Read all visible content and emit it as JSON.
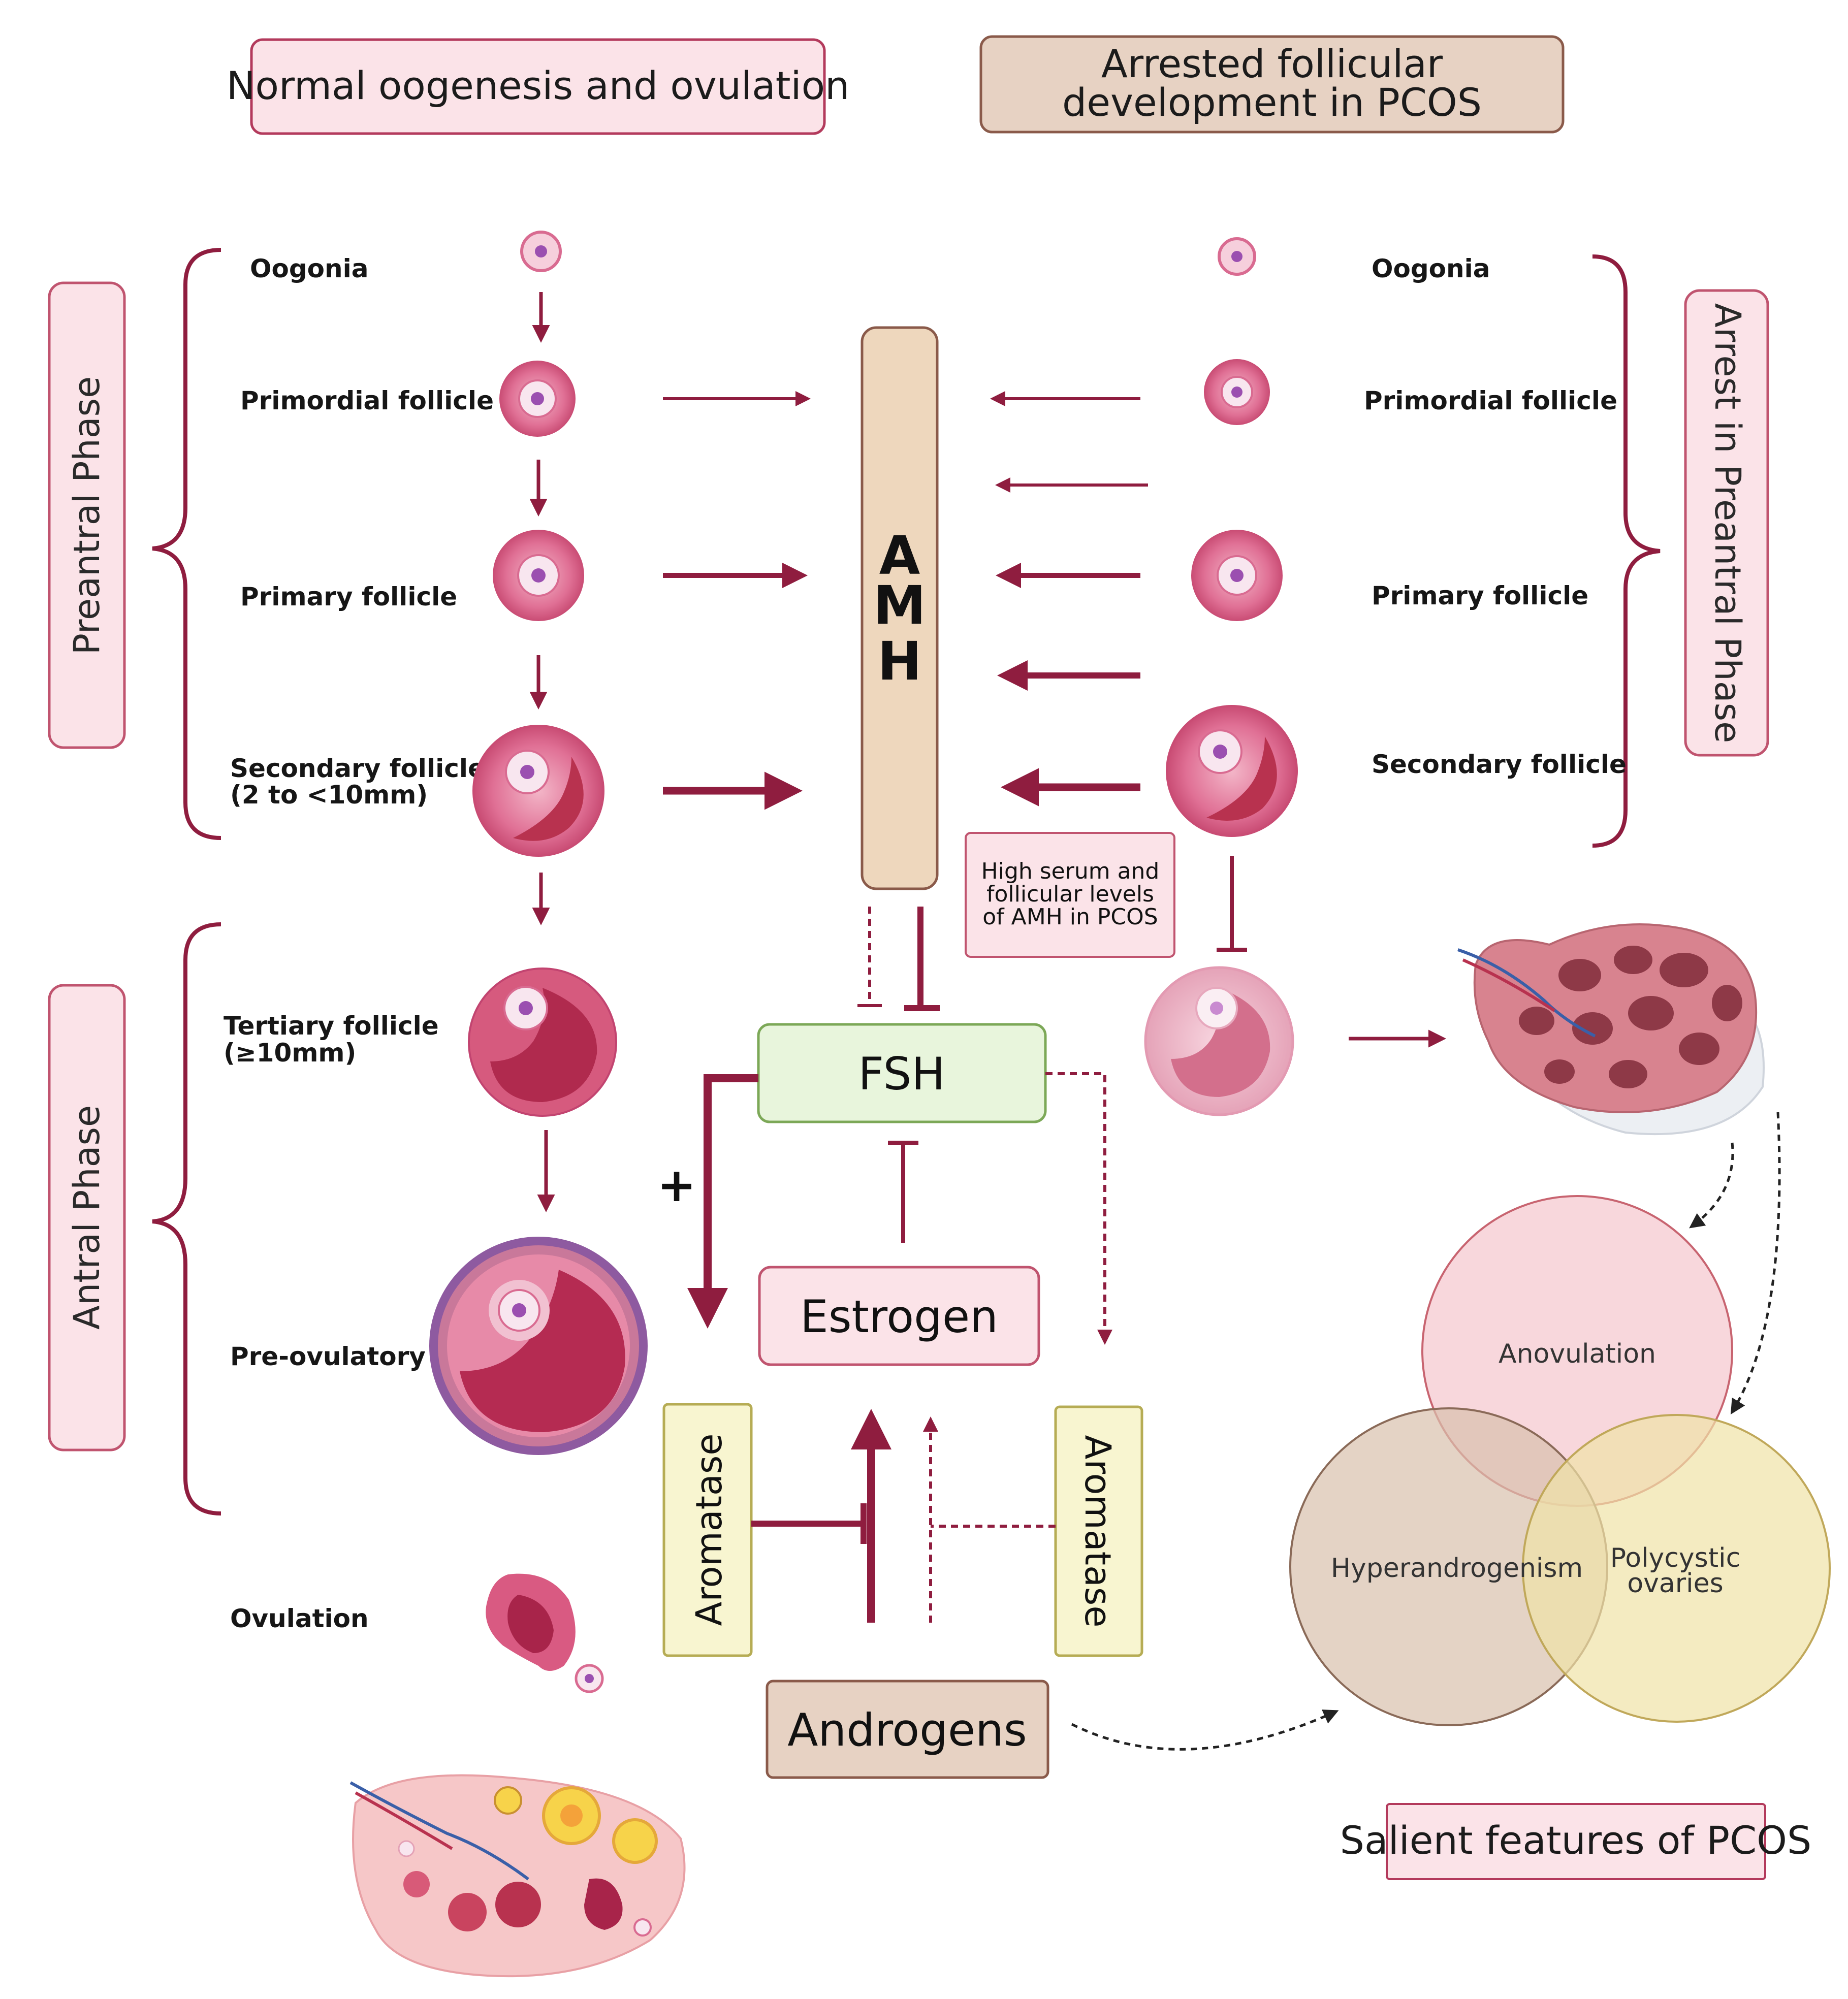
{
  "headers": {
    "normal": "Normal oogenesis and ovulation",
    "pcos_line1": "Arrested follicular",
    "pcos_line2": "development in PCOS"
  },
  "phases": {
    "preantral": "Preantral Phase",
    "antral": "Antral Phase",
    "arrest": "Arrest in Preantral Phase"
  },
  "left_stages": {
    "oogonia": "Oogonia",
    "primordial": "Primordial follicle",
    "primary": "Primary follicle",
    "secondary_line1": "Secondary follicle",
    "secondary_line2": "(2 to <10mm)",
    "tertiary_line1": "Tertiary follicle",
    "tertiary_line2": "(≥10mm)",
    "preovulatory": "Pre-ovulatory",
    "ovulation": "Ovulation"
  },
  "right_stages": {
    "oogonia": "Oogonia",
    "primordial": "Primordial follicle",
    "primary": "Primary follicle",
    "secondary": "Secondary follicle"
  },
  "center": {
    "amh_letters": [
      "A",
      "M",
      "H"
    ],
    "note_line1": "High serum and",
    "note_line2": "follicular levels",
    "note_line3": "of AMH in PCOS",
    "fsh": "FSH",
    "estrogen": "Estrogen",
    "androgens": "Androgens",
    "aromatase_left": "Aromatase",
    "aromatase_right": "Aromatase",
    "plus": "+"
  },
  "venn": {
    "anovulation": "Anovulation",
    "hyperandrogenism": "Hyperandrogenism",
    "polycystic_line1": "Polycystic",
    "polycystic_line2": "ovaries",
    "caption": "Salient features of PCOS"
  },
  "colors": {
    "dark_red": "#8f1d3f",
    "pink_box": "#fbe3e8",
    "tan_box": "#eed7bd",
    "fsh_green": "#e8f5dc",
    "aromatase_yellow": "#f8f5d0",
    "follicle_pink": "#d95a82"
  }
}
